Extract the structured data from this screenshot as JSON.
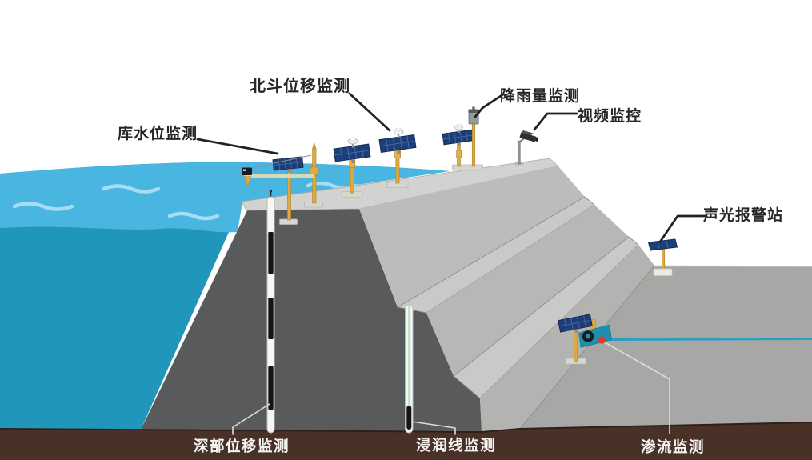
{
  "scene": {
    "type": "dam-safety-monitoring-illustration",
    "background": "#ffffff"
  },
  "palette": {
    "water_surface": "#49b6e2",
    "water_deep": "#2096bb",
    "wave": "#a9dcf1",
    "dam_body": "#595a5c",
    "crest_concrete": "#d2d2d0",
    "slope_upper": "#bcbdbb",
    "slope_mid": "#b7b8b6",
    "slope_lower": "#b3b4b2",
    "berm": "#c9c9c7",
    "ground": "#a7a8a6",
    "soil": "#4a3128",
    "pole_yellow": "#dcab42",
    "solar_panel_blue": "#1d3e78",
    "alert_red": "#e23b28",
    "channel_teal": "#2e9ec0",
    "label_dark": "#262624",
    "label_light": "#f5f5f3"
  },
  "labels": {
    "reservoir_level": "库水位监测",
    "beidou_displacement": "北斗位移监测",
    "rainfall": "降雨量监测",
    "video_surveillance": "视频监控",
    "alarm_station": "声光报警站",
    "deep_displacement": "深部位移监测",
    "phreatic_line": "浸润线监测",
    "seepage": "渗流监测"
  },
  "devices": [
    {
      "id": "water-level-station",
      "label": "库水位监测"
    },
    {
      "id": "gnss-displacement-stations",
      "label": "北斗位移监测"
    },
    {
      "id": "rain-gauge",
      "label": "降雨量监测"
    },
    {
      "id": "cctv-camera",
      "label": "视频监控"
    },
    {
      "id": "sound-light-alarm-station",
      "label": "声光报警站"
    },
    {
      "id": "inclinometer-borehole",
      "label": "深部位移监测"
    },
    {
      "id": "piezometer-tube",
      "label": "浸润线监测"
    },
    {
      "id": "seepage-weir-station",
      "label": "渗流监测"
    }
  ]
}
